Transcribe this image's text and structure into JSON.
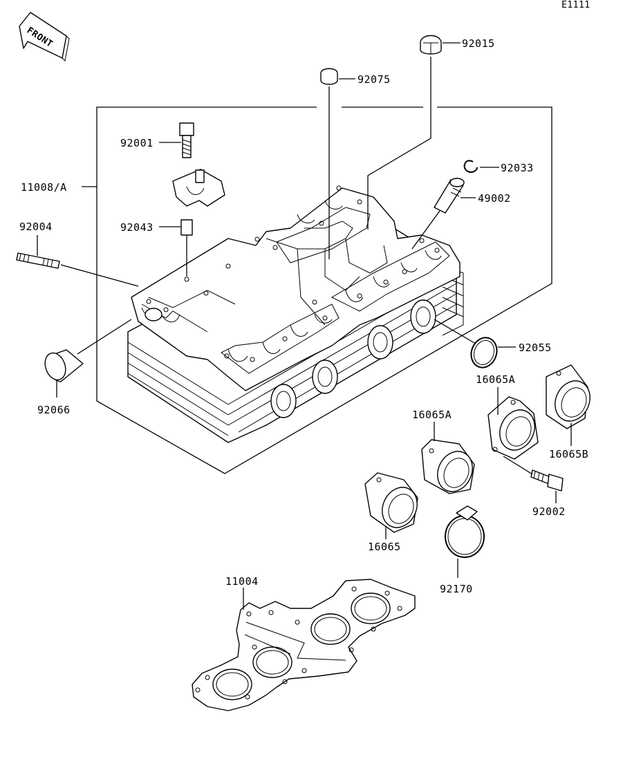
{
  "diagram_code": "E1111",
  "front_label": "FRONT",
  "callouts": {
    "p92015": "92015",
    "p92075": "92075",
    "p92001": "92001",
    "p92033": "92033",
    "p11008A": "11008/A",
    "p49002": "49002",
    "p92004": "92004",
    "p92043": "92043",
    "p92055": "92055",
    "p92066": "92066",
    "p16065A_right": "16065A",
    "p16065A_left": "16065A",
    "p16065B": "16065B",
    "p92002": "92002",
    "p16065": "16065",
    "p92170": "92170",
    "p11004": "11004"
  }
}
